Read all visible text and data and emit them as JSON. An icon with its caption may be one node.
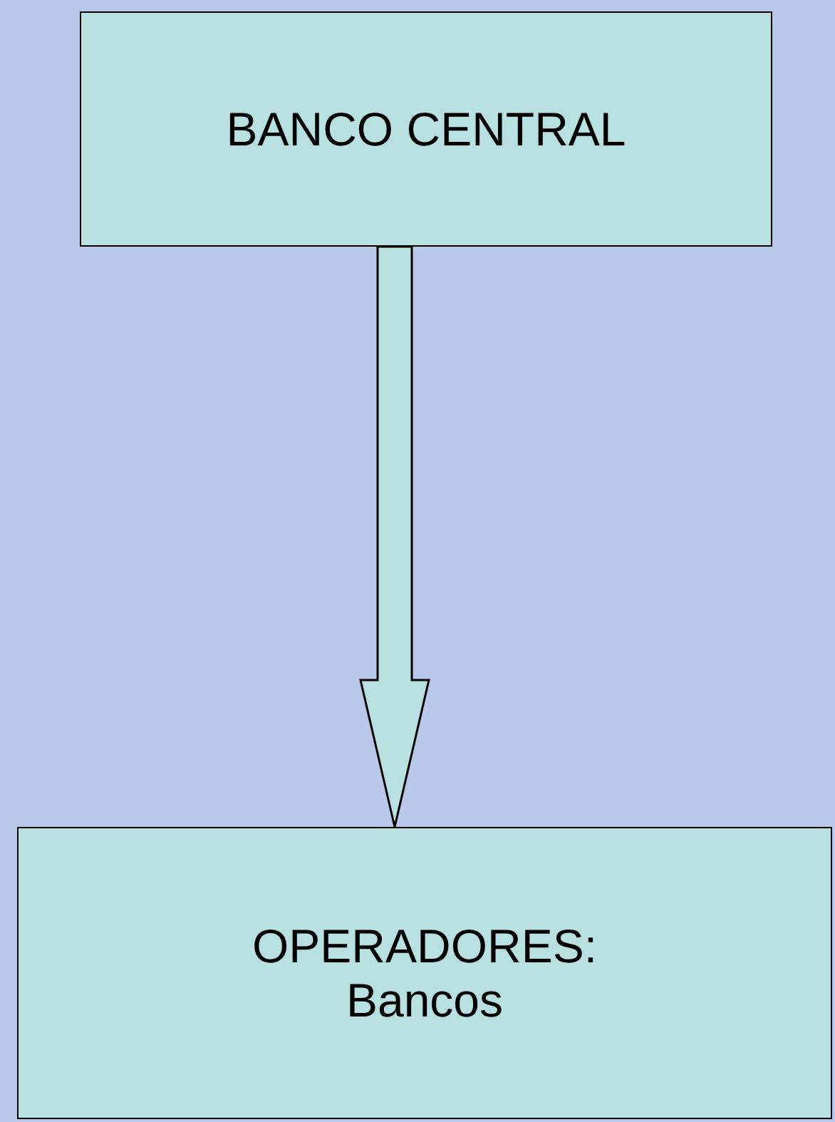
{
  "diagram": {
    "nodes": [
      {
        "text": [
          "BANCO CENTRAL"
        ]
      },
      {
        "text": [
          "OPERADORES:",
          "Bancos"
        ]
      }
    ],
    "edges": [
      {
        "from": 0,
        "to": 1,
        "arrow": "to"
      }
    ]
  }
}
